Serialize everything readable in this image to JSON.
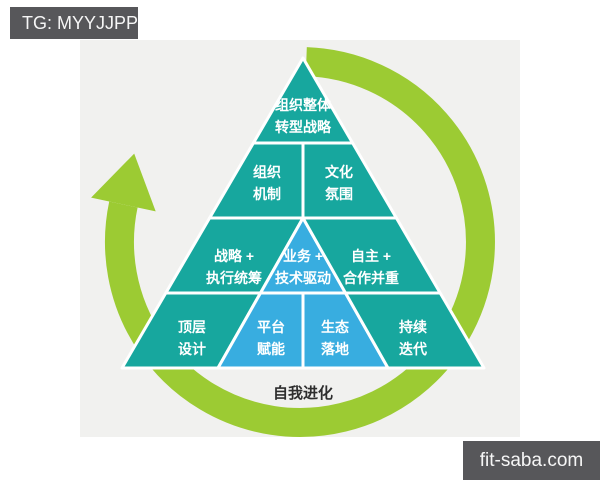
{
  "watermarks": {
    "top_left": "TG: MYYJJPP",
    "bottom_right": "fit-saba.com"
  },
  "colors": {
    "teal": "#17a79e",
    "blue": "#38ade0",
    "green": "#9ccb33",
    "panel_bg": "#f1f1ef",
    "label_light": "#ffffff",
    "label_dark": "#2e2e2e",
    "tag_bg": "#57575a"
  },
  "icons": {
    "cycle_arrow": "circular-refresh-arrow"
  },
  "pyramid": {
    "tier1": {
      "line1": "组织整体",
      "line2": "转型战略"
    },
    "tier2_left": {
      "line1": "组织",
      "line2": "机制"
    },
    "tier2_right": {
      "line1": "文化",
      "line2": "氛围"
    },
    "tier3_left": {
      "line1": "战略 +",
      "line2": "执行统筹"
    },
    "tier3_center": {
      "line1": "业务 +",
      "line2": "技术驱动"
    },
    "tier3_right": {
      "line1": "自主 +",
      "line2": "合作并重"
    },
    "tier4_1": {
      "line1": "顶层",
      "line2": "设计"
    },
    "tier4_2": {
      "line1": "平台",
      "line2": "赋能"
    },
    "tier4_3": {
      "line1": "生态",
      "line2": "落地"
    },
    "tier4_4": {
      "line1": "持续",
      "line2": "迭代"
    },
    "cycle_label": "自我进化"
  }
}
